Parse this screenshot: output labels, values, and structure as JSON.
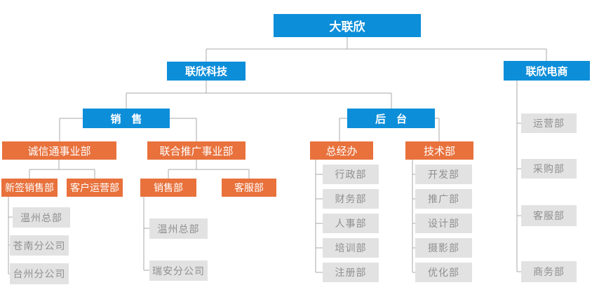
{
  "colors": {
    "blue": "#0d8ed9",
    "orange": "#e8713c",
    "gray_box": "#e2e2e2",
    "gray_text": "#8f8f8f",
    "line": "#a9a9a9"
  },
  "org": {
    "root": {
      "label": "大联欣"
    },
    "lianxin_keji": {
      "label": "联欣科技"
    },
    "lianxin_dianshang": {
      "label": "联欣电商"
    },
    "xiaoshou": {
      "label": "销　售"
    },
    "houtai": {
      "label": "后　台"
    },
    "chengxintong": {
      "label": "诚信通事业部"
    },
    "lianhetuiguang": {
      "label": "联合推广事业部"
    },
    "zongjingban": {
      "label": "总经办"
    },
    "jishubu": {
      "label": "技术部"
    },
    "xinqian": {
      "label": "新签销售部"
    },
    "kehuyunying": {
      "label": "客户运营部"
    },
    "xiaoshoubu": {
      "label": "销售部"
    },
    "kefubu": {
      "label": "客服部"
    },
    "xinqian_children": [
      "温州总部",
      "苍南分公司",
      "台州分公司"
    ],
    "xiaoshoubu_children": [
      "温州总部",
      "瑞安分公司"
    ],
    "zongjingban_children": [
      "行政部",
      "财务部",
      "人事部",
      "培训部",
      "注册部"
    ],
    "jishubu_children": [
      "开发部",
      "推广部",
      "设计部",
      "摄影部",
      "优化部"
    ],
    "dianshang_children": [
      "运营部",
      "采购部",
      "客服部",
      "商务部"
    ]
  }
}
